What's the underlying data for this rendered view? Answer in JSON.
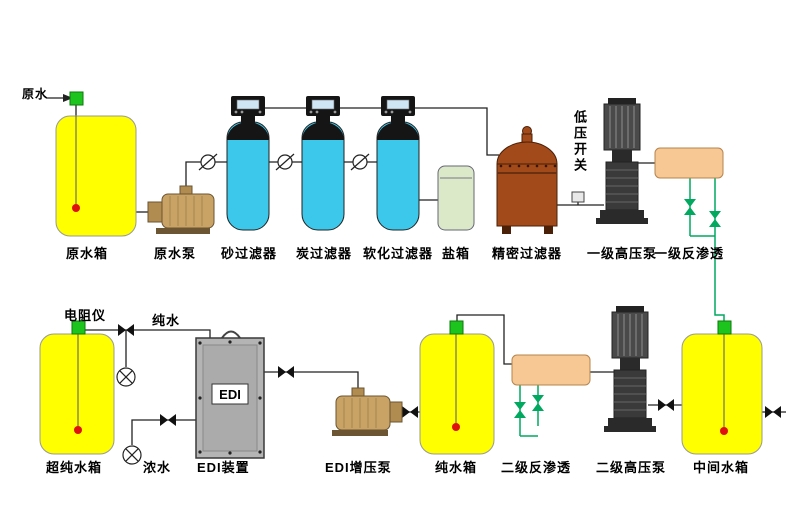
{
  "labels": {
    "raw_water": "原水",
    "raw_water_tank": "原水箱",
    "raw_water_pump": "原水泵",
    "sand_filter": "砂过滤器",
    "carbon_filter": "炭过滤器",
    "softener_filter": "软化过滤器",
    "salt_tank": "盐箱",
    "precision_filter": "精密过滤器",
    "low_pressure_switch": "低压开关",
    "stage1_hp_pump": "一级高压泵",
    "stage1_ro": "一级反渗透",
    "resistivity_meter": "电阻仪",
    "pure_water": "纯水",
    "ultrapure_tank": "超纯水箱",
    "concentrate_water": "浓水",
    "edi_unit": "EDI装置",
    "edi_text": "EDI",
    "edi_booster_pump": "EDI增压泵",
    "pure_water_tank": "纯水箱",
    "stage2_ro": "二级反渗透",
    "stage2_hp_pump": "二级高压泵",
    "intermediate_tank": "中间水箱"
  },
  "colors": {
    "tank_yellow": "#ffff00",
    "filter_body_cyan": "#3cc8ea",
    "pump_tan": "#c9a365",
    "ro_membrane_orange": "#f8c894",
    "precision_filter_brown": "#a34a1a",
    "salt_tank_green": "#dce9c8",
    "edi_gray": "#b4b4b4",
    "hp_pump_dark": "#4a4a4a",
    "pipe_green": "#00a860",
    "level_sensor_red": "#e01010",
    "fitting_green": "#1ec41e"
  }
}
